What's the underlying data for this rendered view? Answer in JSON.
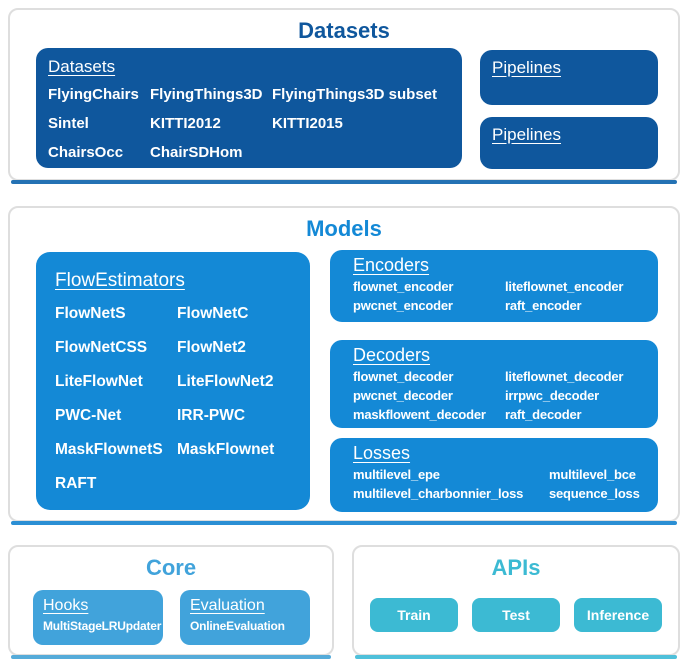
{
  "colors": {
    "datasets-blue": "#0F579D",
    "models-blue": "#1489D6",
    "core-blue": "#41A3DB",
    "apis-cyan": "#3CBAD3",
    "datasets-underline": "#2472B4",
    "models-underline": "#2B8FD4",
    "core-underline": "#55ABD9",
    "apis-underline": "#4FC0DA",
    "card-border": "#DEDEDE"
  },
  "datasets_section": {
    "title": "Datasets",
    "datasets_box": {
      "heading": "Datasets",
      "items": [
        "FlyingChairs",
        "FlyingThings3D",
        "FlyingThings3D subset",
        "Sintel",
        "KITTI2012",
        "KITTI2015",
        "ChairsOcc",
        "ChairSDHom"
      ]
    },
    "pipelines_boxes": [
      {
        "heading": "Pipelines"
      },
      {
        "heading": "Pipelines"
      }
    ]
  },
  "models_section": {
    "title": "Models",
    "flow_estimators_box": {
      "heading": "FlowEstimators",
      "items": [
        "FlowNetS",
        "FlowNetC",
        "FlowNetCSS",
        "FlowNet2",
        "LiteFlowNet",
        "LiteFlowNet2",
        "PWC-Net",
        "IRR-PWC",
        "MaskFlownetS",
        "MaskFlownet",
        "RAFT"
      ]
    },
    "encoders_box": {
      "heading": "Encoders",
      "items": [
        "flownet_encoder",
        "liteflownet_encoder",
        "pwcnet_encoder",
        "raft_encoder"
      ]
    },
    "decoders_box": {
      "heading": "Decoders",
      "items": [
        "flownet_decoder",
        "liteflownet_decoder",
        "pwcnet_decoder",
        "irrpwc_decoder",
        "maskflowent_decoder",
        "raft_decoder"
      ]
    },
    "losses_box": {
      "heading": "Losses",
      "items": [
        "multilevel_epe",
        "multilevel_bce",
        "multilevel_charbonnier_loss",
        "sequence_loss"
      ]
    }
  },
  "core_section": {
    "title": "Core",
    "hooks_box": {
      "heading": "Hooks",
      "items": [
        "MultiStageLRUpdater"
      ]
    },
    "evaluation_box": {
      "heading": "Evaluation",
      "items": [
        "OnlineEvaluation"
      ]
    }
  },
  "apis_section": {
    "title": "APIs",
    "buttons": [
      "Train",
      "Test",
      "Inference"
    ]
  }
}
